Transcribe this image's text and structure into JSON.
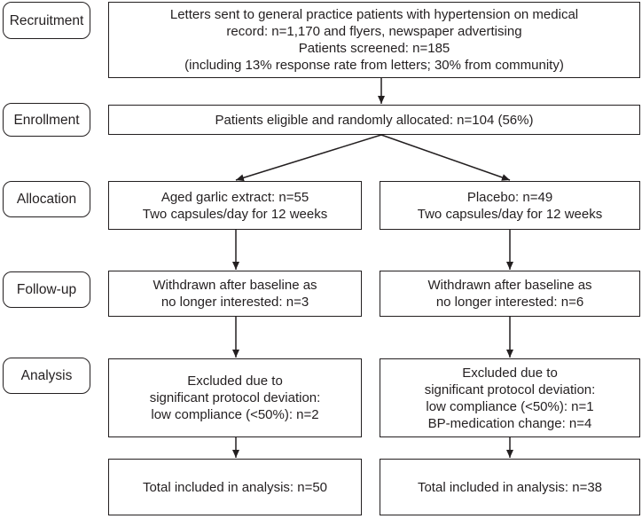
{
  "stages": {
    "recruitment": "Recruitment",
    "enrollment": "Enrollment",
    "allocation": "Allocation",
    "followup": "Follow-up",
    "analysis": "Analysis"
  },
  "recruitment_box": {
    "line1": "Letters sent to general practice patients with hypertension on medical",
    "line2": "record: n=1,170 and flyers, newspaper advertising",
    "line3": "Patients screened: n=185",
    "line4": "(including 13% response rate from letters; 30% from community)"
  },
  "enrollment_box": {
    "line1": "Patients eligible and randomly allocated: n=104 (56%)"
  },
  "garlic": {
    "allocation": {
      "line1": "Aged garlic extract: n=55",
      "line2": "Two capsules/day for 12 weeks"
    },
    "followup": {
      "line1": "Withdrawn after baseline as",
      "line2": "no longer interested: n=3"
    },
    "excluded": {
      "line1": "Excluded due to",
      "line2": "significant protocol deviation:",
      "line3": "low compliance (<50%): n=2"
    },
    "total": "Total included in analysis: n=50"
  },
  "placebo": {
    "allocation": {
      "line1": "Placebo: n=49",
      "line2": "Two capsules/day for 12 weeks"
    },
    "followup": {
      "line1": "Withdrawn after baseline as",
      "line2": "no longer interested: n=6"
    },
    "excluded": {
      "line1": "Excluded due to",
      "line2": "significant protocol deviation:",
      "line3": "low compliance (<50%): n=1",
      "line4": "BP-medication change: n=4"
    },
    "total": "Total included in analysis: n=38"
  }
}
